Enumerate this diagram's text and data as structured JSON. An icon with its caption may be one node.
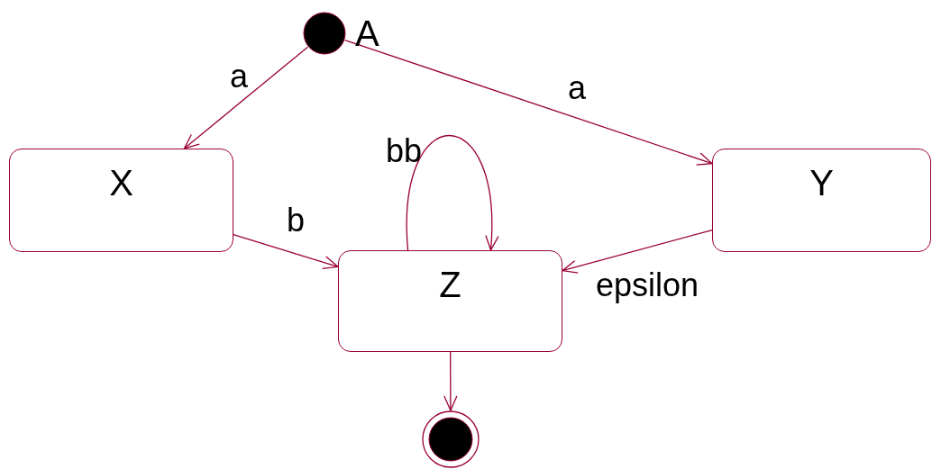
{
  "diagram": {
    "nodes": [
      {
        "text": [],
        "shape": "circle",
        "beside": [
          "A"
        ]
      },
      {
        "text": [
          "X"
        ]
      },
      {
        "text": [
          "Y"
        ]
      },
      {
        "text": [
          "Z"
        ]
      },
      {
        "text": [],
        "shape": "circle"
      }
    ],
    "edges": [
      {
        "from": 0,
        "to": 1,
        "arrow": "to",
        "label": "a"
      },
      {
        "from": 0,
        "to": 2,
        "arrow": "to",
        "label": "a"
      },
      {
        "from": 1,
        "to": 3,
        "arrow": "to",
        "label": "b"
      },
      {
        "from": 3,
        "to": 3,
        "arrow": "to",
        "label": "bb"
      },
      {
        "from": 2,
        "to": 3,
        "arrow": "to",
        "label": "epsilon"
      },
      {
        "from": 3,
        "to": 4,
        "arrow": "to"
      }
    ]
  }
}
